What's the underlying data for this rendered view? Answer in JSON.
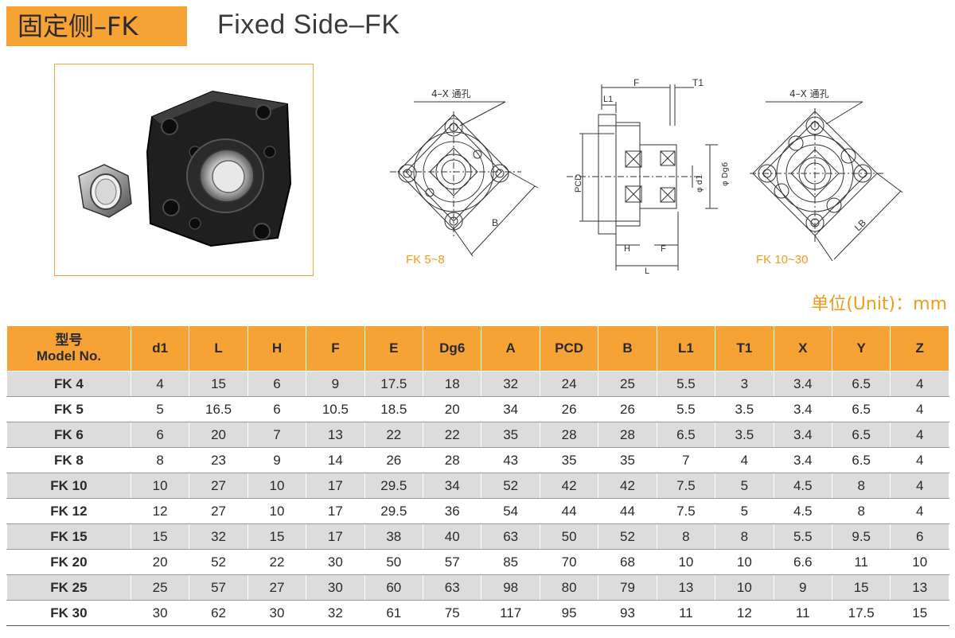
{
  "header": {
    "title_cn": "固定侧–FK",
    "title_en": "Fixed Side–FK"
  },
  "drawings": {
    "left_hole_label": "4–X 通孔",
    "left_dim_b": "B",
    "left_caption": "FK 5~8",
    "side_f_top": "F",
    "side_t1": "T1",
    "side_l1": "L1",
    "side_pcd": "PCD",
    "side_d1": "φ d1",
    "side_dg6": "φ Dg6",
    "side_h": "H",
    "side_f_bottom": "F",
    "side_l": "L",
    "right_hole_label": "4–X 通孔",
    "right_dim_lb": "LB",
    "right_caption": "FK 10~30"
  },
  "unit_note": "单位(Unit)：mm",
  "table": {
    "model_header_cn": "型号",
    "model_header_en": "Model No.",
    "columns": [
      "d1",
      "L",
      "H",
      "F",
      "E",
      "Dg6",
      "A",
      "PCD",
      "B",
      "L1",
      "T1",
      "X",
      "Y",
      "Z"
    ],
    "rows": [
      {
        "model": "FK 4",
        "values": [
          "4",
          "15",
          "6",
          "9",
          "17.5",
          "18",
          "32",
          "24",
          "25",
          "5.5",
          "3",
          "3.4",
          "6.5",
          "4"
        ]
      },
      {
        "model": "FK 5",
        "values": [
          "5",
          "16.5",
          "6",
          "10.5",
          "18.5",
          "20",
          "34",
          "26",
          "26",
          "5.5",
          "3.5",
          "3.4",
          "6.5",
          "4"
        ]
      },
      {
        "model": "FK 6",
        "values": [
          "6",
          "20",
          "7",
          "13",
          "22",
          "22",
          "35",
          "28",
          "28",
          "6.5",
          "3.5",
          "3.4",
          "6.5",
          "4"
        ]
      },
      {
        "model": "FK 8",
        "values": [
          "8",
          "23",
          "9",
          "14",
          "26",
          "28",
          "43",
          "35",
          "35",
          "7",
          "4",
          "3.4",
          "6.5",
          "4"
        ]
      },
      {
        "model": "FK 10",
        "values": [
          "10",
          "27",
          "10",
          "17",
          "29.5",
          "34",
          "52",
          "42",
          "42",
          "7.5",
          "5",
          "4.5",
          "8",
          "4"
        ]
      },
      {
        "model": "FK 12",
        "values": [
          "12",
          "27",
          "10",
          "17",
          "29.5",
          "36",
          "54",
          "44",
          "44",
          "7.5",
          "5",
          "4.5",
          "8",
          "4"
        ]
      },
      {
        "model": "FK 15",
        "values": [
          "15",
          "32",
          "15",
          "17",
          "38",
          "40",
          "63",
          "50",
          "52",
          "8",
          "8",
          "5.5",
          "9.5",
          "6"
        ]
      },
      {
        "model": "FK 20",
        "values": [
          "20",
          "52",
          "22",
          "30",
          "50",
          "57",
          "85",
          "70",
          "68",
          "10",
          "10",
          "6.6",
          "11",
          "10"
        ]
      },
      {
        "model": "FK 25",
        "values": [
          "25",
          "57",
          "27",
          "30",
          "60",
          "63",
          "98",
          "80",
          "79",
          "13",
          "10",
          "9",
          "15",
          "13"
        ]
      },
      {
        "model": "FK 30",
        "values": [
          "30",
          "62",
          "30",
          "32",
          "61",
          "75",
          "117",
          "95",
          "93",
          "11",
          "12",
          "11",
          "17.5",
          "15"
        ]
      }
    ]
  },
  "colors": {
    "accent_orange": "#f7a234",
    "caption_orange": "#f39a1c",
    "row_shade": "#dcdcdc"
  }
}
